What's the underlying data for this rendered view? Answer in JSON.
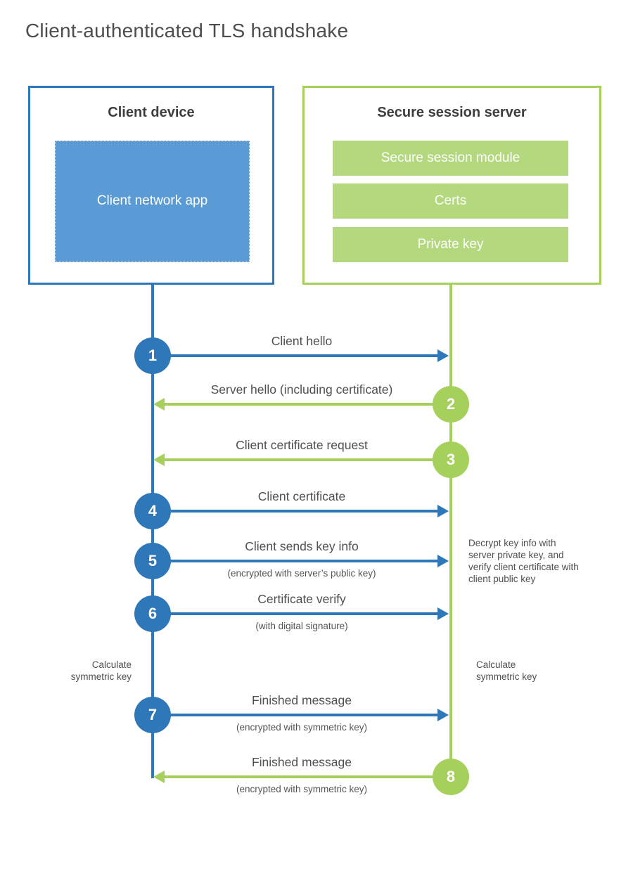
{
  "title": "Client-authenticated TLS handshake",
  "colors": {
    "blue": "#2e77b8",
    "blue_fill": "#5b9bd5",
    "green": "#a6d05c",
    "green_fill": "#b4d87e",
    "heading_text": "#3e3e3e",
    "label_text": "#4f4f4f",
    "note_text": "#555555",
    "title_text": "#4d4d4d"
  },
  "client_box": {
    "title": "Client device",
    "app": "Client network app"
  },
  "server_box": {
    "title": "Secure session server",
    "modules": [
      "Secure session module",
      "Certs",
      "Private key"
    ]
  },
  "steps": [
    {
      "num": "1",
      "label": "Client hello"
    },
    {
      "num": "2",
      "label": "Server hello (including certificate)"
    },
    {
      "num": "3",
      "label": "Client certificate request"
    },
    {
      "num": "4",
      "label": "Client certificate"
    },
    {
      "num": "5",
      "label": "Client sends key info",
      "sublabel": "(encrypted with server’s public key)"
    },
    {
      "num": "6",
      "label": "Certificate verify",
      "sublabel": "(with digital signature)"
    },
    {
      "num": "7",
      "label": "Finished message",
      "sublabel": "(encrypted with symmetric key)"
    },
    {
      "num": "8",
      "label": "Finished message",
      "sublabel": "(encrypted with symmetric key)"
    }
  ],
  "notes": {
    "decrypt_note": "Decrypt key info with server private key, and verify client certificate with client public key",
    "client_calculate": "Calculate symmetric key",
    "server_calculate": "Calculate symmetric key"
  }
}
